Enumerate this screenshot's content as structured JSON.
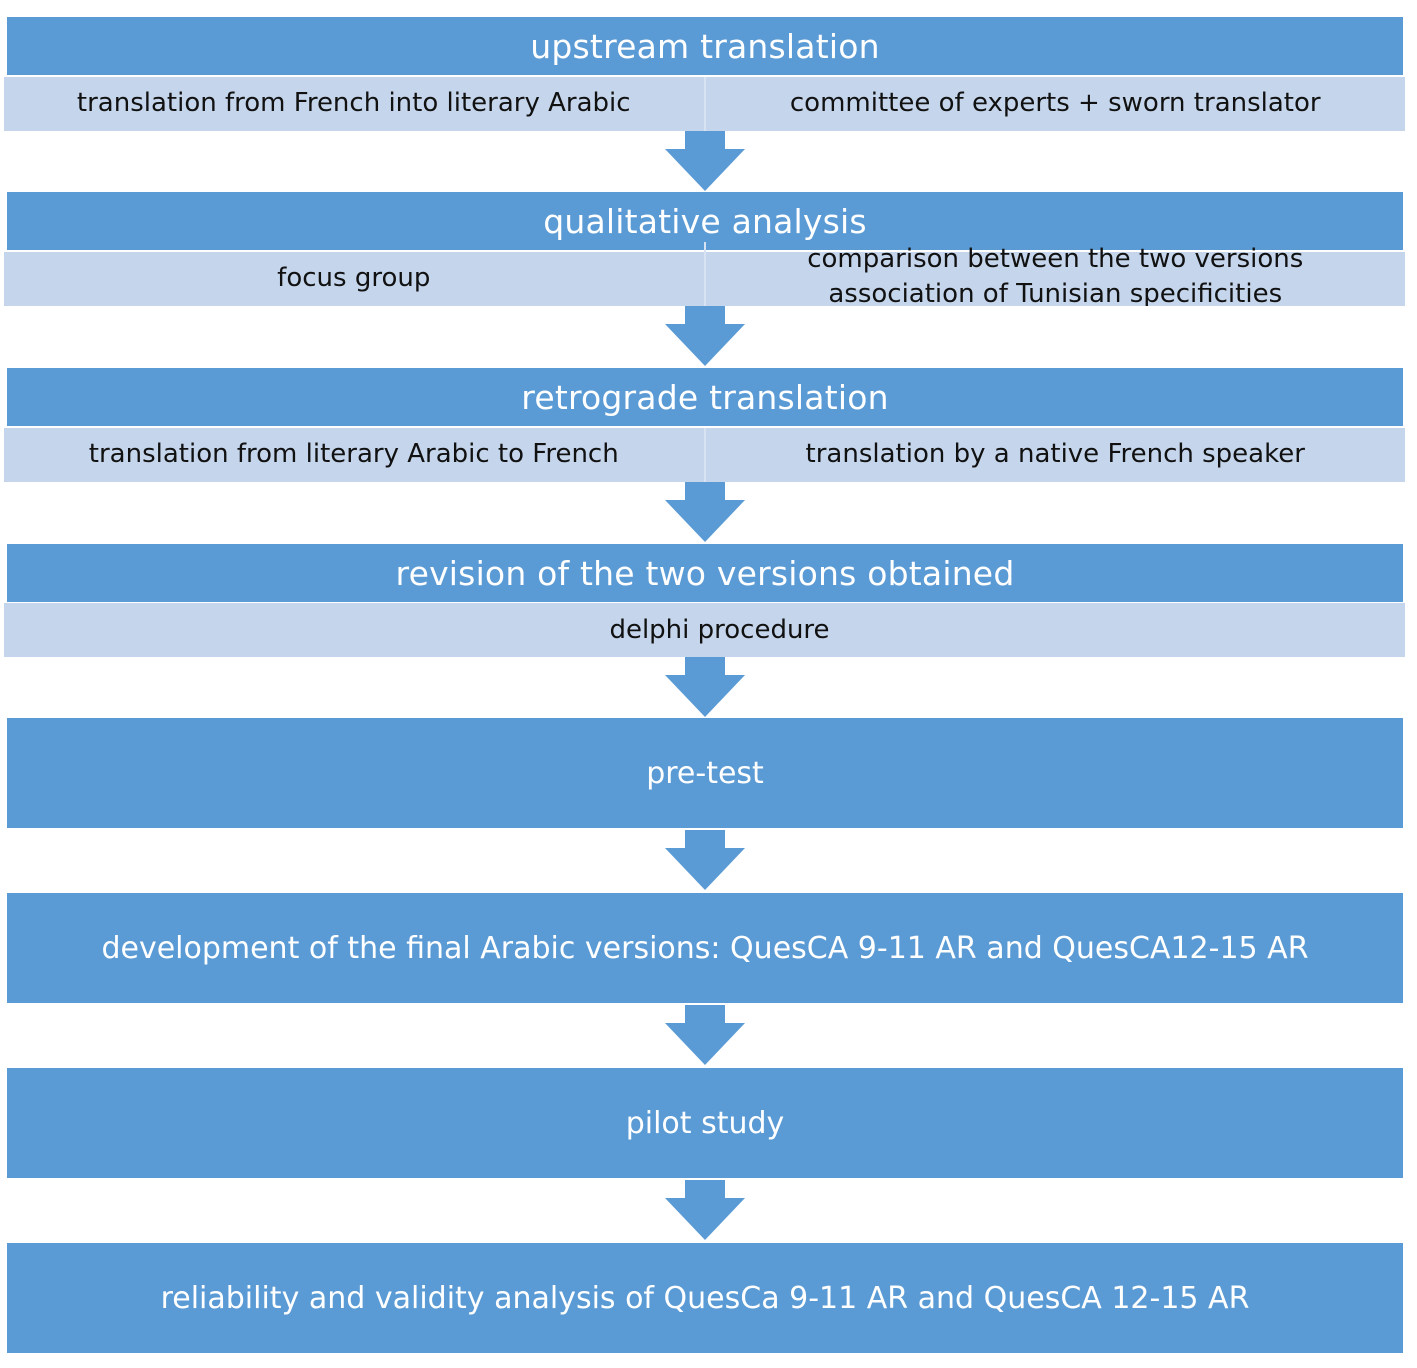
{
  "colors": {
    "box_fill": "#5b9bd5",
    "sub_fill": "#c5d6ec",
    "arrow_fill": "#5b9bd5",
    "header_text": "#ffffff",
    "sub_text": "#111111"
  },
  "steps": [
    {
      "title": "upstream translation",
      "left": "translation from French into literary Arabic",
      "right": "committee of experts + sworn translator"
    },
    {
      "title": "qualitative analysis",
      "left": "focus group",
      "right_line1": "comparison between the two versions",
      "right_line2": "association of Tunisian specificities"
    },
    {
      "title": "retrograde translation",
      "left": "translation from literary Arabic to French",
      "right": "translation by a native French speaker"
    },
    {
      "title": "revision of the two versions obtained",
      "detail": "delphi procedure"
    },
    {
      "title": "pre-test"
    },
    {
      "title": "development of the final Arabic versions: QuesCA 9-11 AR and QuesCA12-15 AR"
    },
    {
      "title": "pilot study"
    },
    {
      "title": "reliability and validity analysis of QuesCa 9-11 AR and QuesCA 12-15 AR"
    }
  ]
}
